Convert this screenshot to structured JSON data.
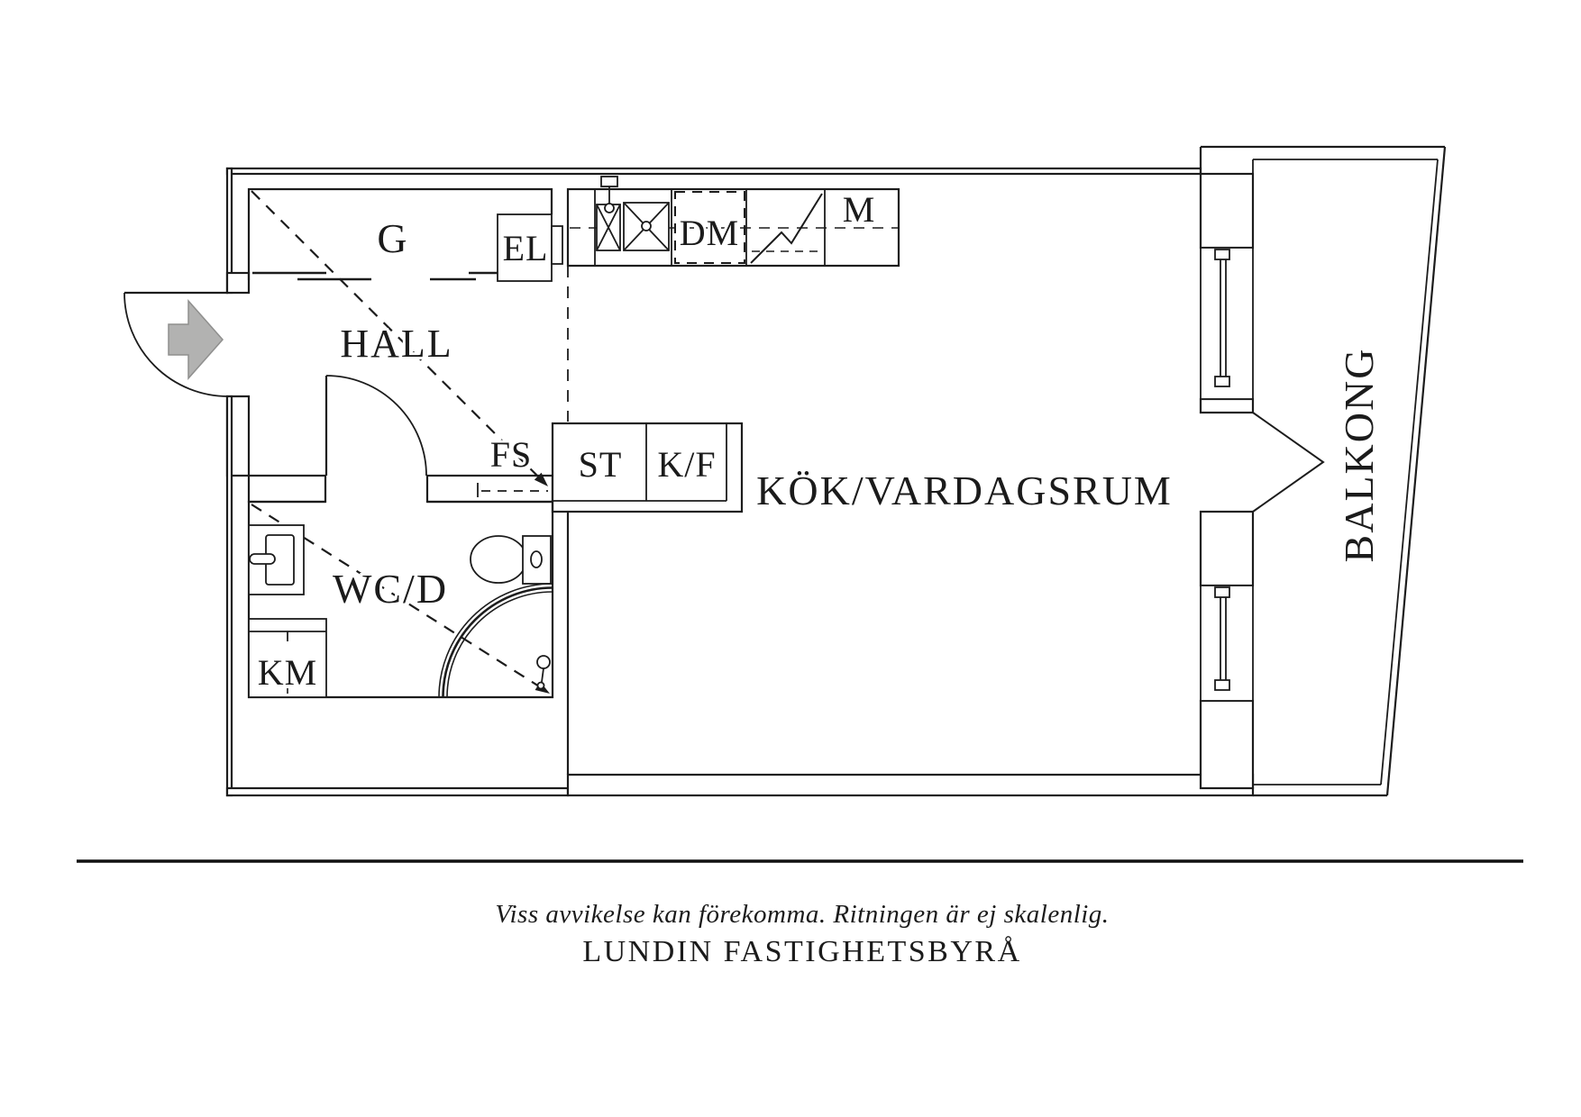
{
  "colors": {
    "line": "#1c1c1c",
    "background": "#ffffff",
    "entry_arrow": "#b2b2b1"
  },
  "plan": {
    "labels": {
      "wardrobe": "G",
      "electrical_cabinet": "EL",
      "hall": "HALL",
      "fs_cabinet": "FS",
      "pantry": "ST",
      "fridge_freezer": "K/F",
      "dishwasher": "DM",
      "micro": "M",
      "kitchen_living_room": "KÖK/VARDAGSRUM",
      "bathroom": "WC/D",
      "washing_machine": "KM",
      "balcony": "BALKONG"
    }
  },
  "footer": {
    "disclaimer": "Viss avvikelse kan förekomma. Ritningen är ej skalenlig.",
    "brand": "LUNDIN FASTIGHETSBYRÅ"
  }
}
